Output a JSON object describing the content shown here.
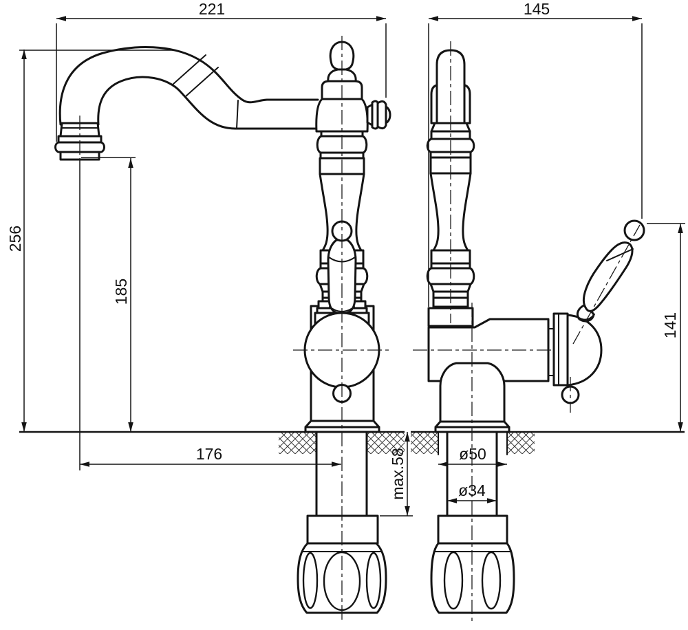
{
  "colors": {
    "background": "#ffffff",
    "ink": "#141414"
  },
  "dim_labels": {
    "spout_reach": "221",
    "body_depth": "145",
    "total_height": "256",
    "outlet_height": "185",
    "handle_height": "141",
    "outlet_offset": "176",
    "max_deck_thickness": "max.58",
    "base_diameter": "ø50",
    "shank_diameter": "ø34"
  }
}
